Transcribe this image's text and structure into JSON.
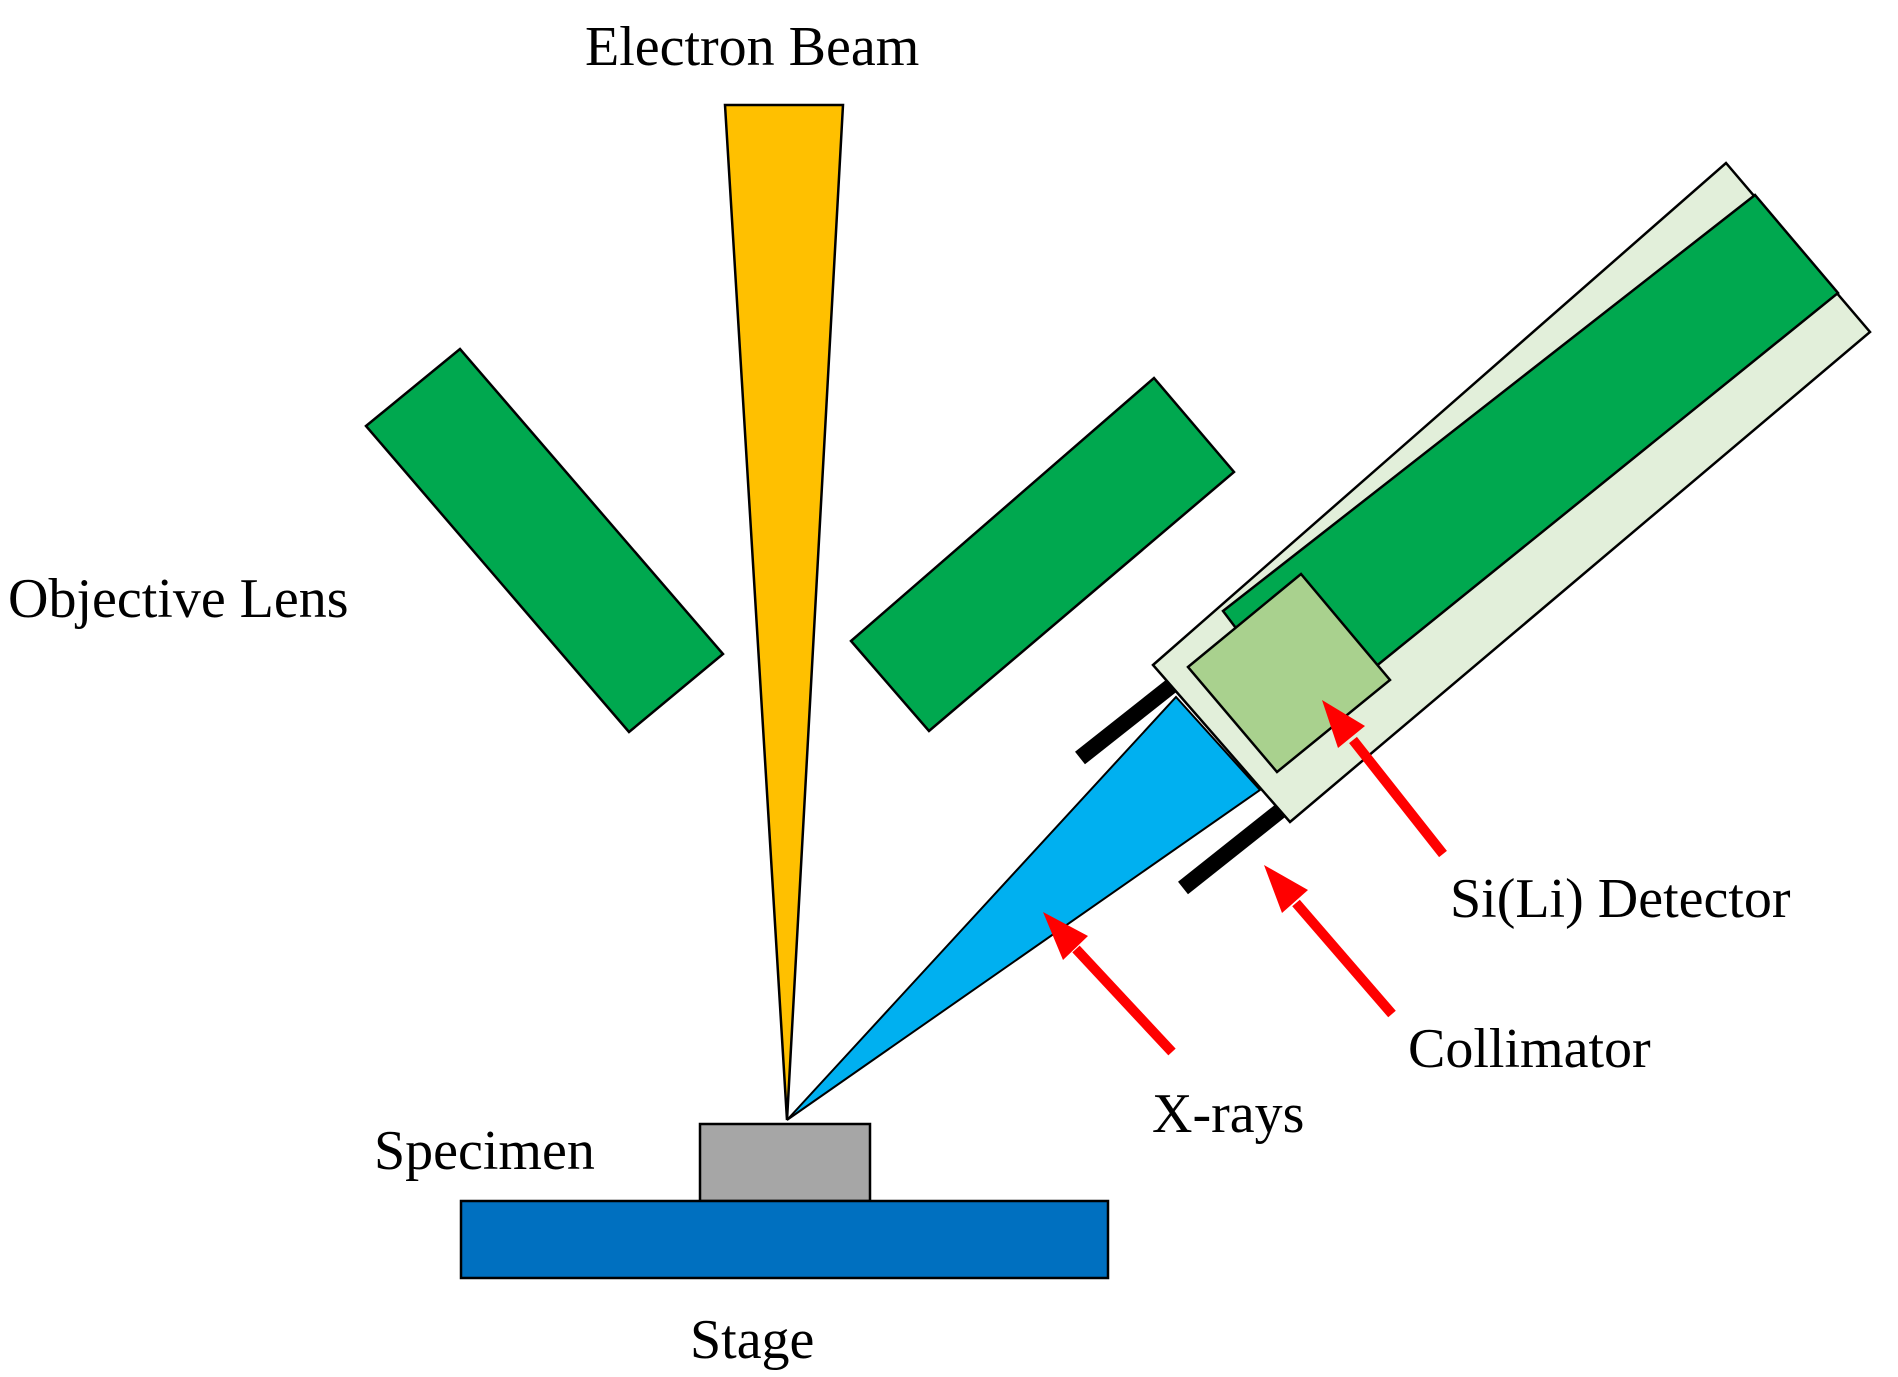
{
  "labels": {
    "electron_beam": "Electron Beam",
    "objective_lens": "Objective Lens",
    "specimen": "Specimen",
    "stage": "Stage",
    "xrays": "X-rays",
    "collimator": "Collimator",
    "detector": "Si(Li) Detector"
  },
  "colors": {
    "beam": "#FFC000",
    "lens": "#00A84F",
    "detector_housing": "#E2EFDA",
    "detector_crystal": "#A9D18E",
    "xray_cone": "#00B0F0",
    "specimen": "#A6A6A6",
    "stage": "#0070C0",
    "arrow": "#FF0000",
    "collimator": "#000000",
    "outline": "#000000"
  }
}
